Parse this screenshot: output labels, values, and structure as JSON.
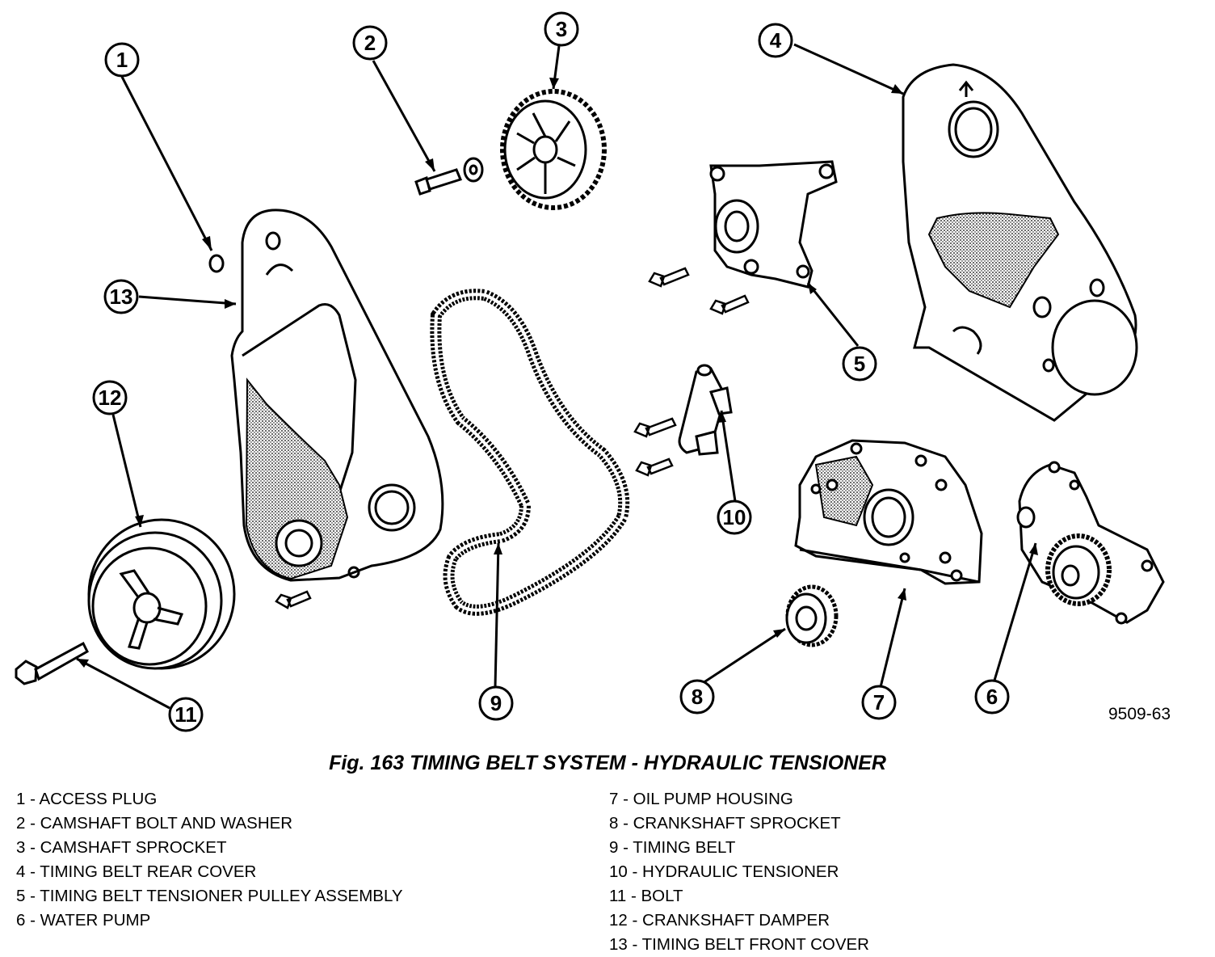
{
  "figure": {
    "caption": "Fig. 163 TIMING BELT SYSTEM - HYDRAULIC TENSIONER",
    "code": "9509-63"
  },
  "callouts": [
    "1",
    "2",
    "3",
    "4",
    "5",
    "6",
    "7",
    "8",
    "9",
    "10",
    "11",
    "12",
    "13"
  ],
  "legend": {
    "left": [
      "1 - ACCESS PLUG",
      "2 - CAMSHAFT BOLT AND WASHER",
      "3 - CAMSHAFT SPROCKET",
      "4 - TIMING BELT REAR COVER",
      "5 - TIMING BELT TENSIONER PULLEY ASSEMBLY",
      "6 - WATER PUMP"
    ],
    "right": [
      "7 - OIL PUMP HOUSING",
      "8 - CRANKSHAFT SPROCKET",
      "9 - TIMING BELT",
      "10 - HYDRAULIC TENSIONER",
      "11 - BOLT",
      "12 - CRANKSHAFT DAMPER",
      "13 - TIMING BELT FRONT COVER"
    ]
  }
}
